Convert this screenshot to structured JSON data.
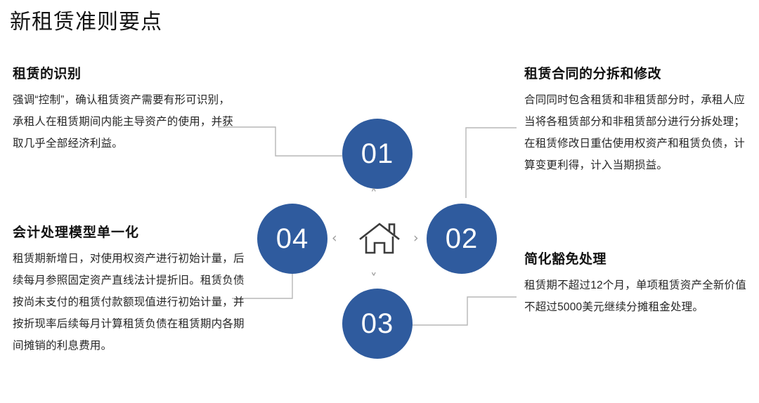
{
  "page": {
    "title": "新租赁准则要点",
    "background_color": "#ffffff",
    "accent_color": "#2F5B9E",
    "connector_color": "#b7b7b7",
    "chevron_color": "#9a9a9a"
  },
  "diagram": {
    "type": "cycle-4-node",
    "center_icon": "home-icon",
    "chevrons": {
      "up": "˄",
      "down": "˅",
      "left": "‹",
      "right": "›"
    },
    "nodes": [
      {
        "id": "01",
        "label": "01",
        "position": "top"
      },
      {
        "id": "02",
        "label": "02",
        "position": "right"
      },
      {
        "id": "03",
        "label": "03",
        "position": "bottom"
      },
      {
        "id": "04",
        "label": "04",
        "position": "left"
      }
    ]
  },
  "blocks": {
    "recognition": {
      "number": "01",
      "heading": "租赁的识别",
      "body": "强调“控制”，确认租赁资产需要有形可识别，承租人在租赁期间内能主导资产的使用，并获取几乎全部经济利益。"
    },
    "separation": {
      "number": "02",
      "heading": "租赁合同的分拆和修改",
      "body": "合同同时包含租赁和非租赁部分时，承租人应当将各租赁部分和非租赁部分进行分拆处理；在租赁修改日重估使用权资产和租赁负债，计算变更利得，计入当期损益。"
    },
    "exemption": {
      "number": "03",
      "heading": "简化豁免处理",
      "body": "租赁期不超过12个月，单项租赁资产全新价值不超过5000美元继续分摊租金处理。"
    },
    "single_model": {
      "number": "04",
      "heading": "会计处理模型单一化",
      "body": "租赁期新增日，对使用权资产进行初始计量，后续每月参照固定资产直线法计提折旧。租赁负债按尚未支付的租赁付款额现值进行初始计量，并按折现率后续每月计算租赁负债在租赁期内各期间摊销的利息费用。"
    }
  }
}
